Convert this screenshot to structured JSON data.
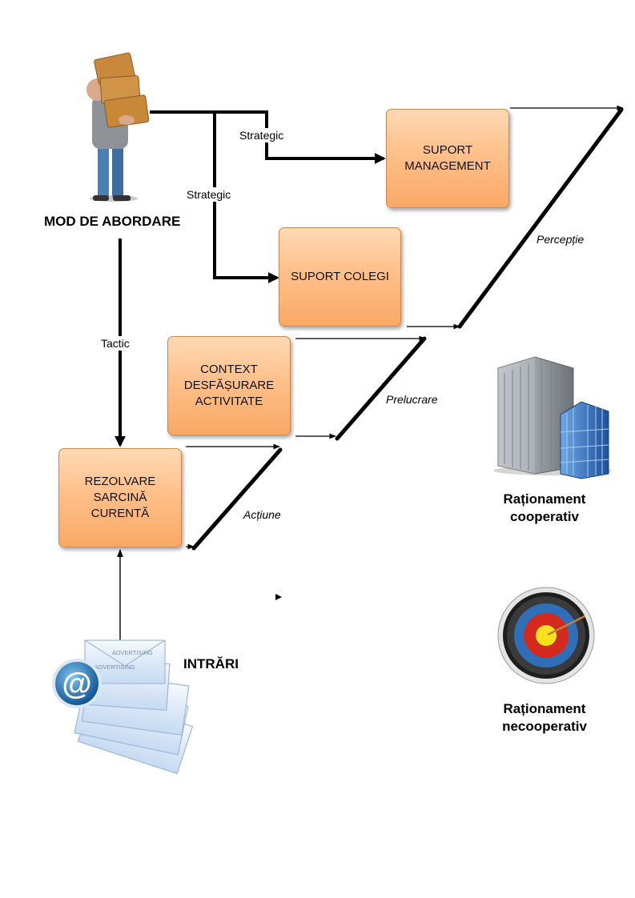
{
  "actors": {
    "mod_de_abordare": "MOD DE ABORDARE",
    "intrari": "INTRĂRI"
  },
  "boxes": {
    "suport_management": [
      "SUPORT",
      "MANAGEMENT"
    ],
    "suport_colegi": [
      "SUPORT COLEGI"
    ],
    "context": [
      "CONTEXT",
      "DESFĂȘURARE",
      "ACTIVITATE"
    ],
    "rezolvare": [
      "REZOLVARE",
      "SARCINĂ",
      "CURENTĂ"
    ]
  },
  "edge_labels": {
    "strategic_top": "Strategic",
    "strategic_left": "Strategic",
    "tactic": "Tactic"
  },
  "stages": {
    "perceptie": "Percepție",
    "prelucrare": "Prelucrare",
    "actiune": "Acțiune"
  },
  "legend": {
    "cooperativ": [
      "Raționament",
      "cooperativ"
    ],
    "necooperativ": [
      "Raționament",
      "necooperativ"
    ]
  },
  "envelope_text": [
    "ADVERTISING",
    "ADVERTISING"
  ],
  "icons": [
    "person-carrying-boxes-icon",
    "email-envelopes-icon",
    "office-buildings-icon",
    "target-icon"
  ],
  "colors": {
    "box_fill": "#ffc08a",
    "box_border": "#c98a52",
    "target_red": "#d42a1e",
    "target_blue": "#2f6fb8",
    "target_yellow": "#f6e21c"
  }
}
